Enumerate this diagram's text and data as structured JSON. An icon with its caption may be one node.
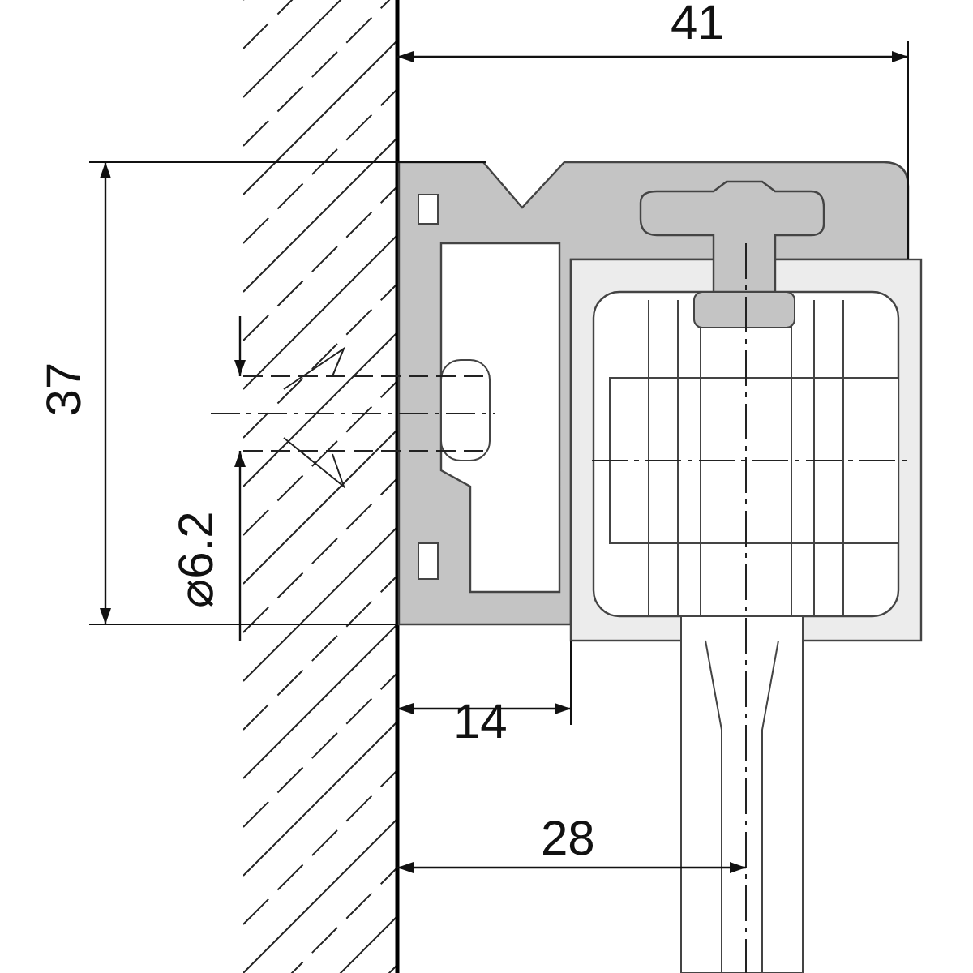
{
  "diagram": {
    "labels": [
      "41",
      "37",
      "⌀6.2",
      "14",
      "28"
    ]
  }
}
